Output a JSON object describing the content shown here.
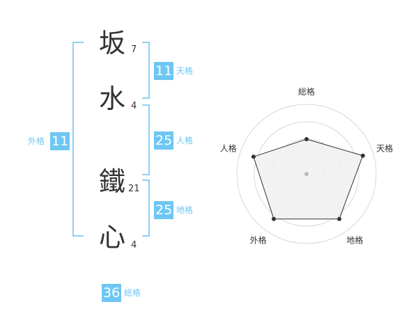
{
  "name": {
    "chars": [
      {
        "char": "坂",
        "strokes": "7"
      },
      {
        "char": "水",
        "strokes": "4"
      },
      {
        "char": "鐵",
        "strokes": "21"
      },
      {
        "char": "心",
        "strokes": "4"
      }
    ]
  },
  "kaku": {
    "tenkaku": {
      "value": "11",
      "label": "天格"
    },
    "jinkaku": {
      "value": "25",
      "label": "人格"
    },
    "chikaku": {
      "value": "25",
      "label": "地格"
    },
    "gaikaku": {
      "value": "11",
      "label": "外格"
    },
    "soukaku": {
      "value": "36",
      "label": "総格"
    }
  },
  "chart_data": {
    "type": "radar",
    "axes": [
      "総格",
      "天格",
      "地格",
      "外格",
      "人格"
    ],
    "values": [
      0.5,
      0.85,
      0.8,
      0.8,
      0.8
    ],
    "rings": 4,
    "colors": {
      "fill": "#f0f0f0",
      "line": "#333333",
      "ring": "#d8d8d8"
    }
  }
}
